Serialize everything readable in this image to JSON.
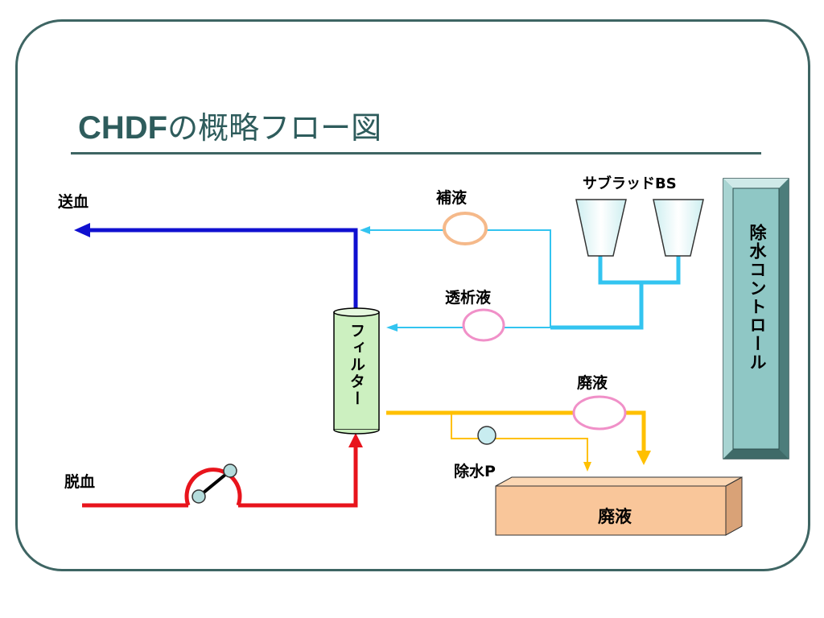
{
  "title": {
    "latin": "CHDF",
    "rest": "の概略フロー図"
  },
  "labels": {
    "send_blood": "送血",
    "withdraw_blood": "脱血",
    "replacement_fluid": "補液",
    "dialysate": "透析液",
    "sublood_bs": "サブラッドBS",
    "effluent": "廃液",
    "fluid_removal_pump": "除水P",
    "filter": "フィルター",
    "fluid_removal_control": "除水コントロール",
    "waste_container": "廃液"
  },
  "colors": {
    "blood_out": "#1010d0",
    "blood_in": "#e8141c",
    "dialysis_line": "#33c4f0",
    "effluent_line": "#ffc000",
    "frame": "#3e6563",
    "filter_fill": "#ccf0c0",
    "waste_box": "#f9c69a",
    "control_box": "#8fc7c5"
  }
}
